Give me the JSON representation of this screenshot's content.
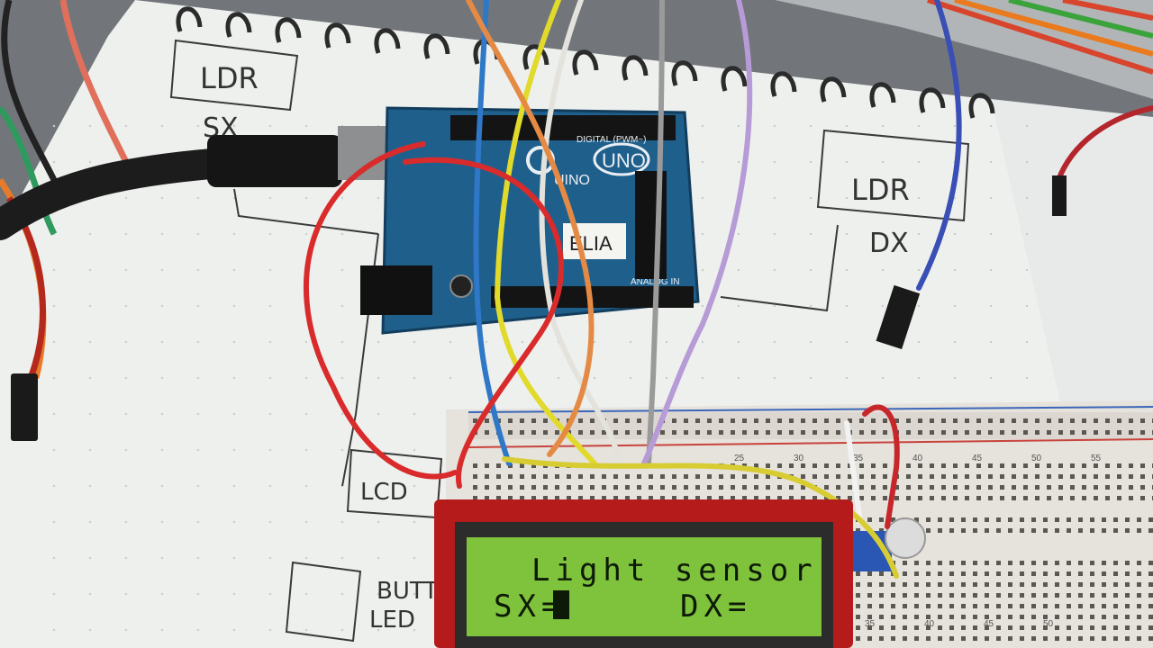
{
  "notebook": {
    "labels": {
      "ldr_left": "LDR",
      "sx": "SX",
      "ldr_right": "LDR",
      "dx": "DX",
      "lcd": "LCD",
      "button": "BUTT",
      "led": "LED"
    }
  },
  "arduino": {
    "model_badge": "UNO",
    "logo_text": "UINO",
    "sticker": "ELIA",
    "digital_label": "DIGITAL (PWM~)",
    "analog_label": "ANALOG IN"
  },
  "lcd": {
    "line1": "Light sensor",
    "line2_left": "SX=",
    "line2_right": "DX="
  },
  "breadboard": {
    "column_numbers": [
      "25",
      "30",
      "35",
      "40",
      "45",
      "50",
      "55"
    ],
    "bottom_numbers": [
      "35",
      "40",
      "45",
      "50"
    ]
  },
  "colors": {
    "lcd_backlight": "#7fc23c",
    "pcb_red": "#b51b1b",
    "arduino_blue": "#1f5f8c",
    "notebook_paper": "#eef0ee"
  }
}
